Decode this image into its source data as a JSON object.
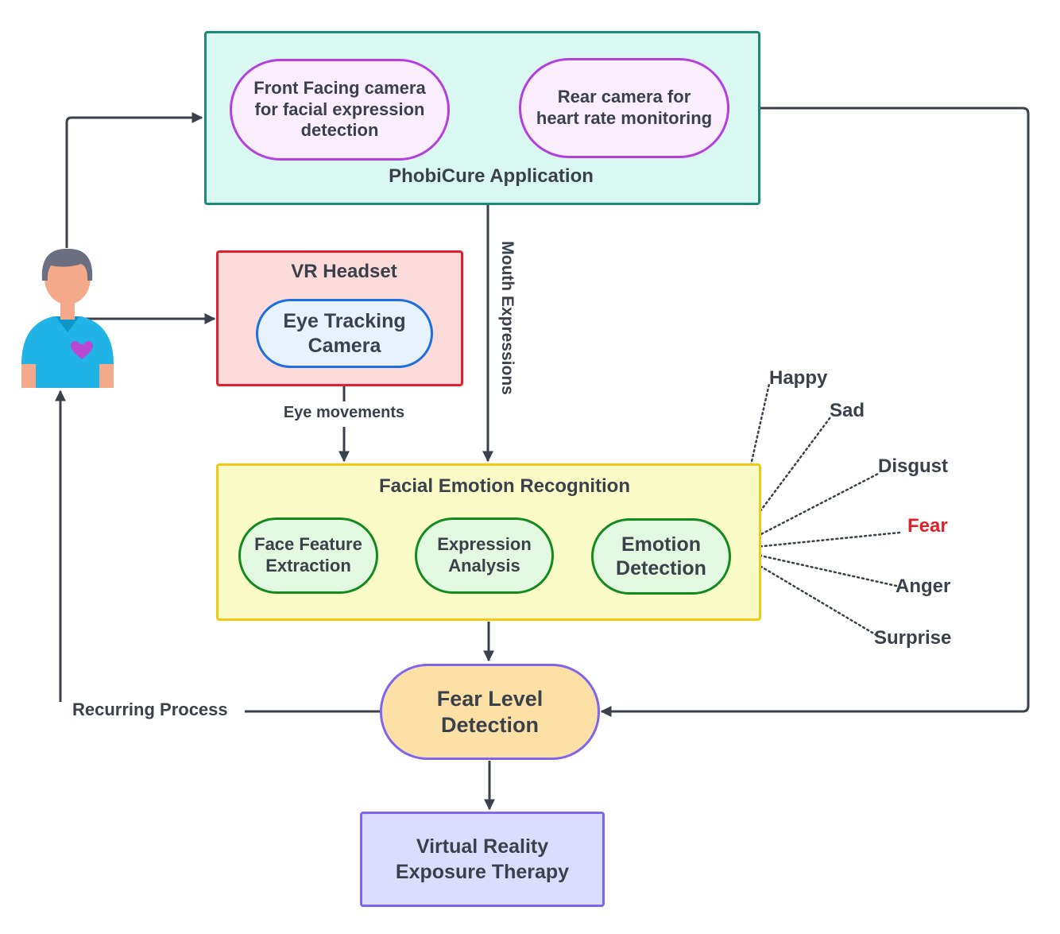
{
  "app": {
    "title": "PhobiCure Application",
    "front_camera": "Front Facing camera\nfor facial expression\ndetection",
    "rear_camera": "Rear camera for\nheart rate monitoring"
  },
  "vr": {
    "title": "VR Headset",
    "eye_camera": "Eye Tracking\nCamera"
  },
  "edges": {
    "eye_movements": "Eye movements",
    "mouth_expressions": "Mouth Expressions",
    "recurring": "Recurring Process"
  },
  "fer": {
    "title": "Facial Emotion Recognition",
    "steps": [
      "Face Feature\nExtraction",
      "Expression\nAnalysis",
      "Emotion\nDetection"
    ]
  },
  "emotions": [
    "Happy",
    "Sad",
    "Disgust",
    "Fear",
    "Anger",
    "Surprise"
  ],
  "fear_level": "Fear Level\nDetection",
  "therapy": "Virtual Reality\nExposure Therapy",
  "colors": {
    "line": "#3a414a",
    "app_fill": "#d9f8f2",
    "app_border": "#1a8a7a",
    "pill_purple_fill": "#fbeefc",
    "pill_purple_border": "#b43fe0",
    "vr_fill": "#fddbdb",
    "vr_border": "#e0202a",
    "eye_fill": "#e8f2fe",
    "eye_border": "#1d6fe0",
    "fer_fill": "#fbfbc7",
    "fer_border": "#f2c812",
    "step_fill": "#e3f8e1",
    "step_border": "#128a1e",
    "fear_fill": "#fde0a5",
    "fear_border": "#7f64f0",
    "therapy_fill": "#dcdcfe",
    "therapy_border": "#7f64f0",
    "fear_emotion": "#e0202a"
  },
  "icons": [
    "user-avatar-icon",
    "heart-icon"
  ]
}
